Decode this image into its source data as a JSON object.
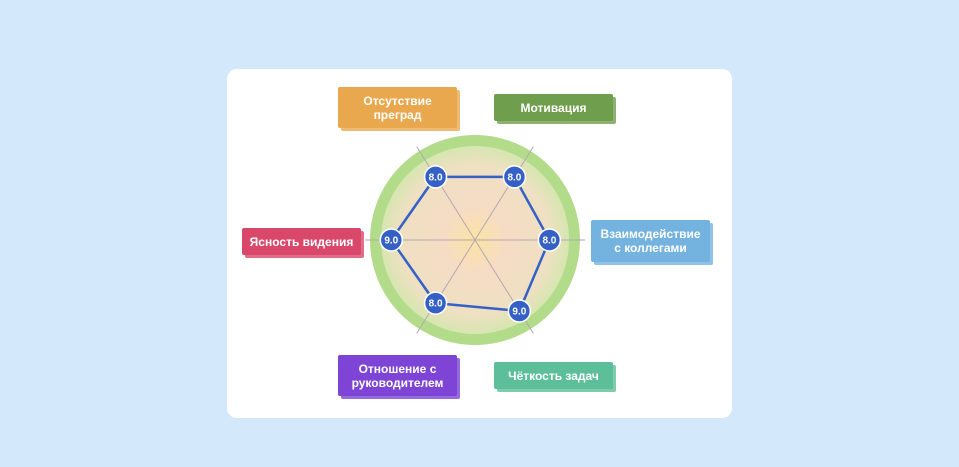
{
  "chart_data": {
    "type": "radar",
    "max": 10,
    "axes": [
      {
        "label": "Отсутствие\nпреград",
        "value": 8.0,
        "value_label": "8.0",
        "color": "#eaa84e"
      },
      {
        "label": "Мотивация",
        "value": 8.0,
        "value_label": "8.0",
        "color": "#6f9e4c"
      },
      {
        "label": "Взаимодействие\nс коллегами",
        "value": 8.0,
        "value_label": "8.0",
        "color": "#74b2e0"
      },
      {
        "label": "Чёткость задач",
        "value": 9.0,
        "value_label": "9.0",
        "color": "#5dbf9a"
      },
      {
        "label": "Отношение с\nруководителем",
        "value": 8.0,
        "value_label": "8.0",
        "color": "#7d44d6"
      },
      {
        "label": "Ясность видения",
        "value": 9.0,
        "value_label": "9.0",
        "color": "#d9486a"
      }
    ],
    "colors": {
      "background": "#d4e8fc",
      "ring": "#b3dc8a",
      "inner_glow": "#f6dcc4",
      "line": "#3561c6",
      "badge": "#3561c6"
    }
  }
}
